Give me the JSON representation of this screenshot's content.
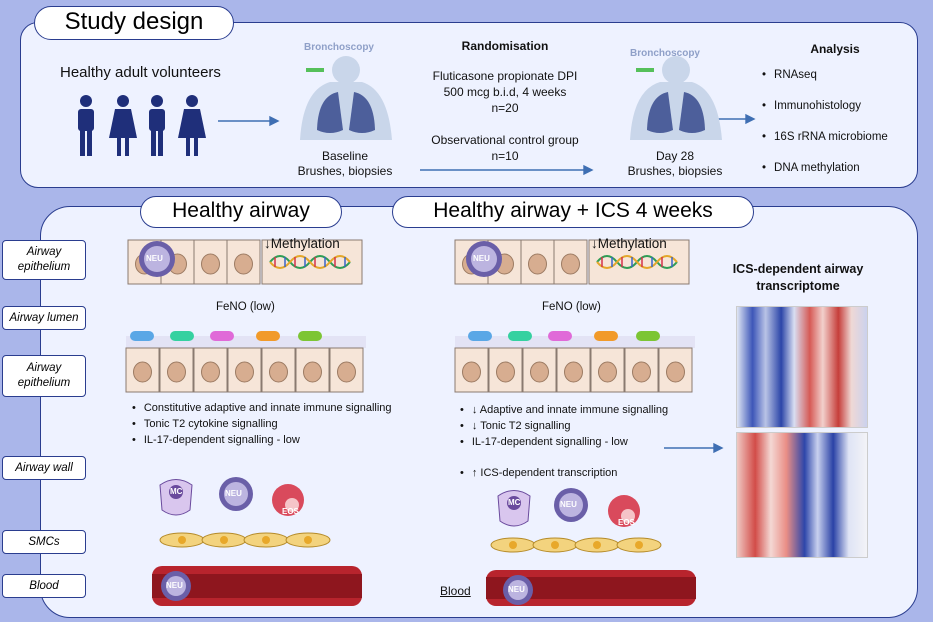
{
  "study_design": {
    "title": "Study design",
    "volunteers": "Healthy adult volunteers",
    "bronchoscopy_1": "Bronchoscopy",
    "baseline": "Baseline",
    "baseline_sub": "Brushes, biopsies",
    "randomisation": "Randomisation",
    "arm1_line1": "Fluticasone propionate DPI",
    "arm1_line2": "500 mcg b.i.d, 4 weeks",
    "arm1_line3": "n=20",
    "arm2_line1": "Observational control group",
    "arm2_line2": "n=10",
    "bronchoscopy_2": "Bronchoscopy",
    "day28": "Day 28",
    "day28_sub": "Brushes, biopsies",
    "analysis_title": "Analysis",
    "analysis": [
      "RNAseq",
      "Immunohistology",
      "16S rRNA microbiome",
      "DNA methylation"
    ]
  },
  "side_labels": {
    "airway_epithelium_1": "Airway epithelium",
    "airway_lumen": "Airway lumen",
    "airway_epithelium_2": "Airway epithelium",
    "airway_wall": "Airway wall",
    "smcs": "SMCs",
    "blood": "Blood"
  },
  "left": {
    "title": "Healthy airway",
    "methylation": "↓Methylation",
    "feno": "FeNO (low)",
    "bullets": [
      "Constitutive adaptive and innate immune signalling",
      "Tonic T2 cytokine signalling",
      "IL-17-dependent signalling - low"
    ]
  },
  "right": {
    "title": "Healthy airway + ICS 4 weeks",
    "methylation": "↓Methylation",
    "feno": "FeNO (low)",
    "bullets": [
      "↓ Adaptive and innate immune signalling",
      "↓ Tonic T2 signalling",
      "IL-17-dependent signalling - low"
    ],
    "bullet_extra": "↑ ICS-dependent transcription",
    "blood": "Blood"
  },
  "transcriptome": {
    "title_line1": "ICS-dependent airway",
    "title_line2": "transcriptome"
  },
  "cell_labels": {
    "neu": "NEU",
    "mc": "MC",
    "eos": "EOS"
  },
  "colors": {
    "navy": "#1f2f7a",
    "panel_border": "#2a3d8f",
    "background": "#aab6ea",
    "cilia": [
      "#5aa7e6",
      "#35d1a0",
      "#e06ad8",
      "#f19a2a",
      "#7cc534"
    ]
  }
}
